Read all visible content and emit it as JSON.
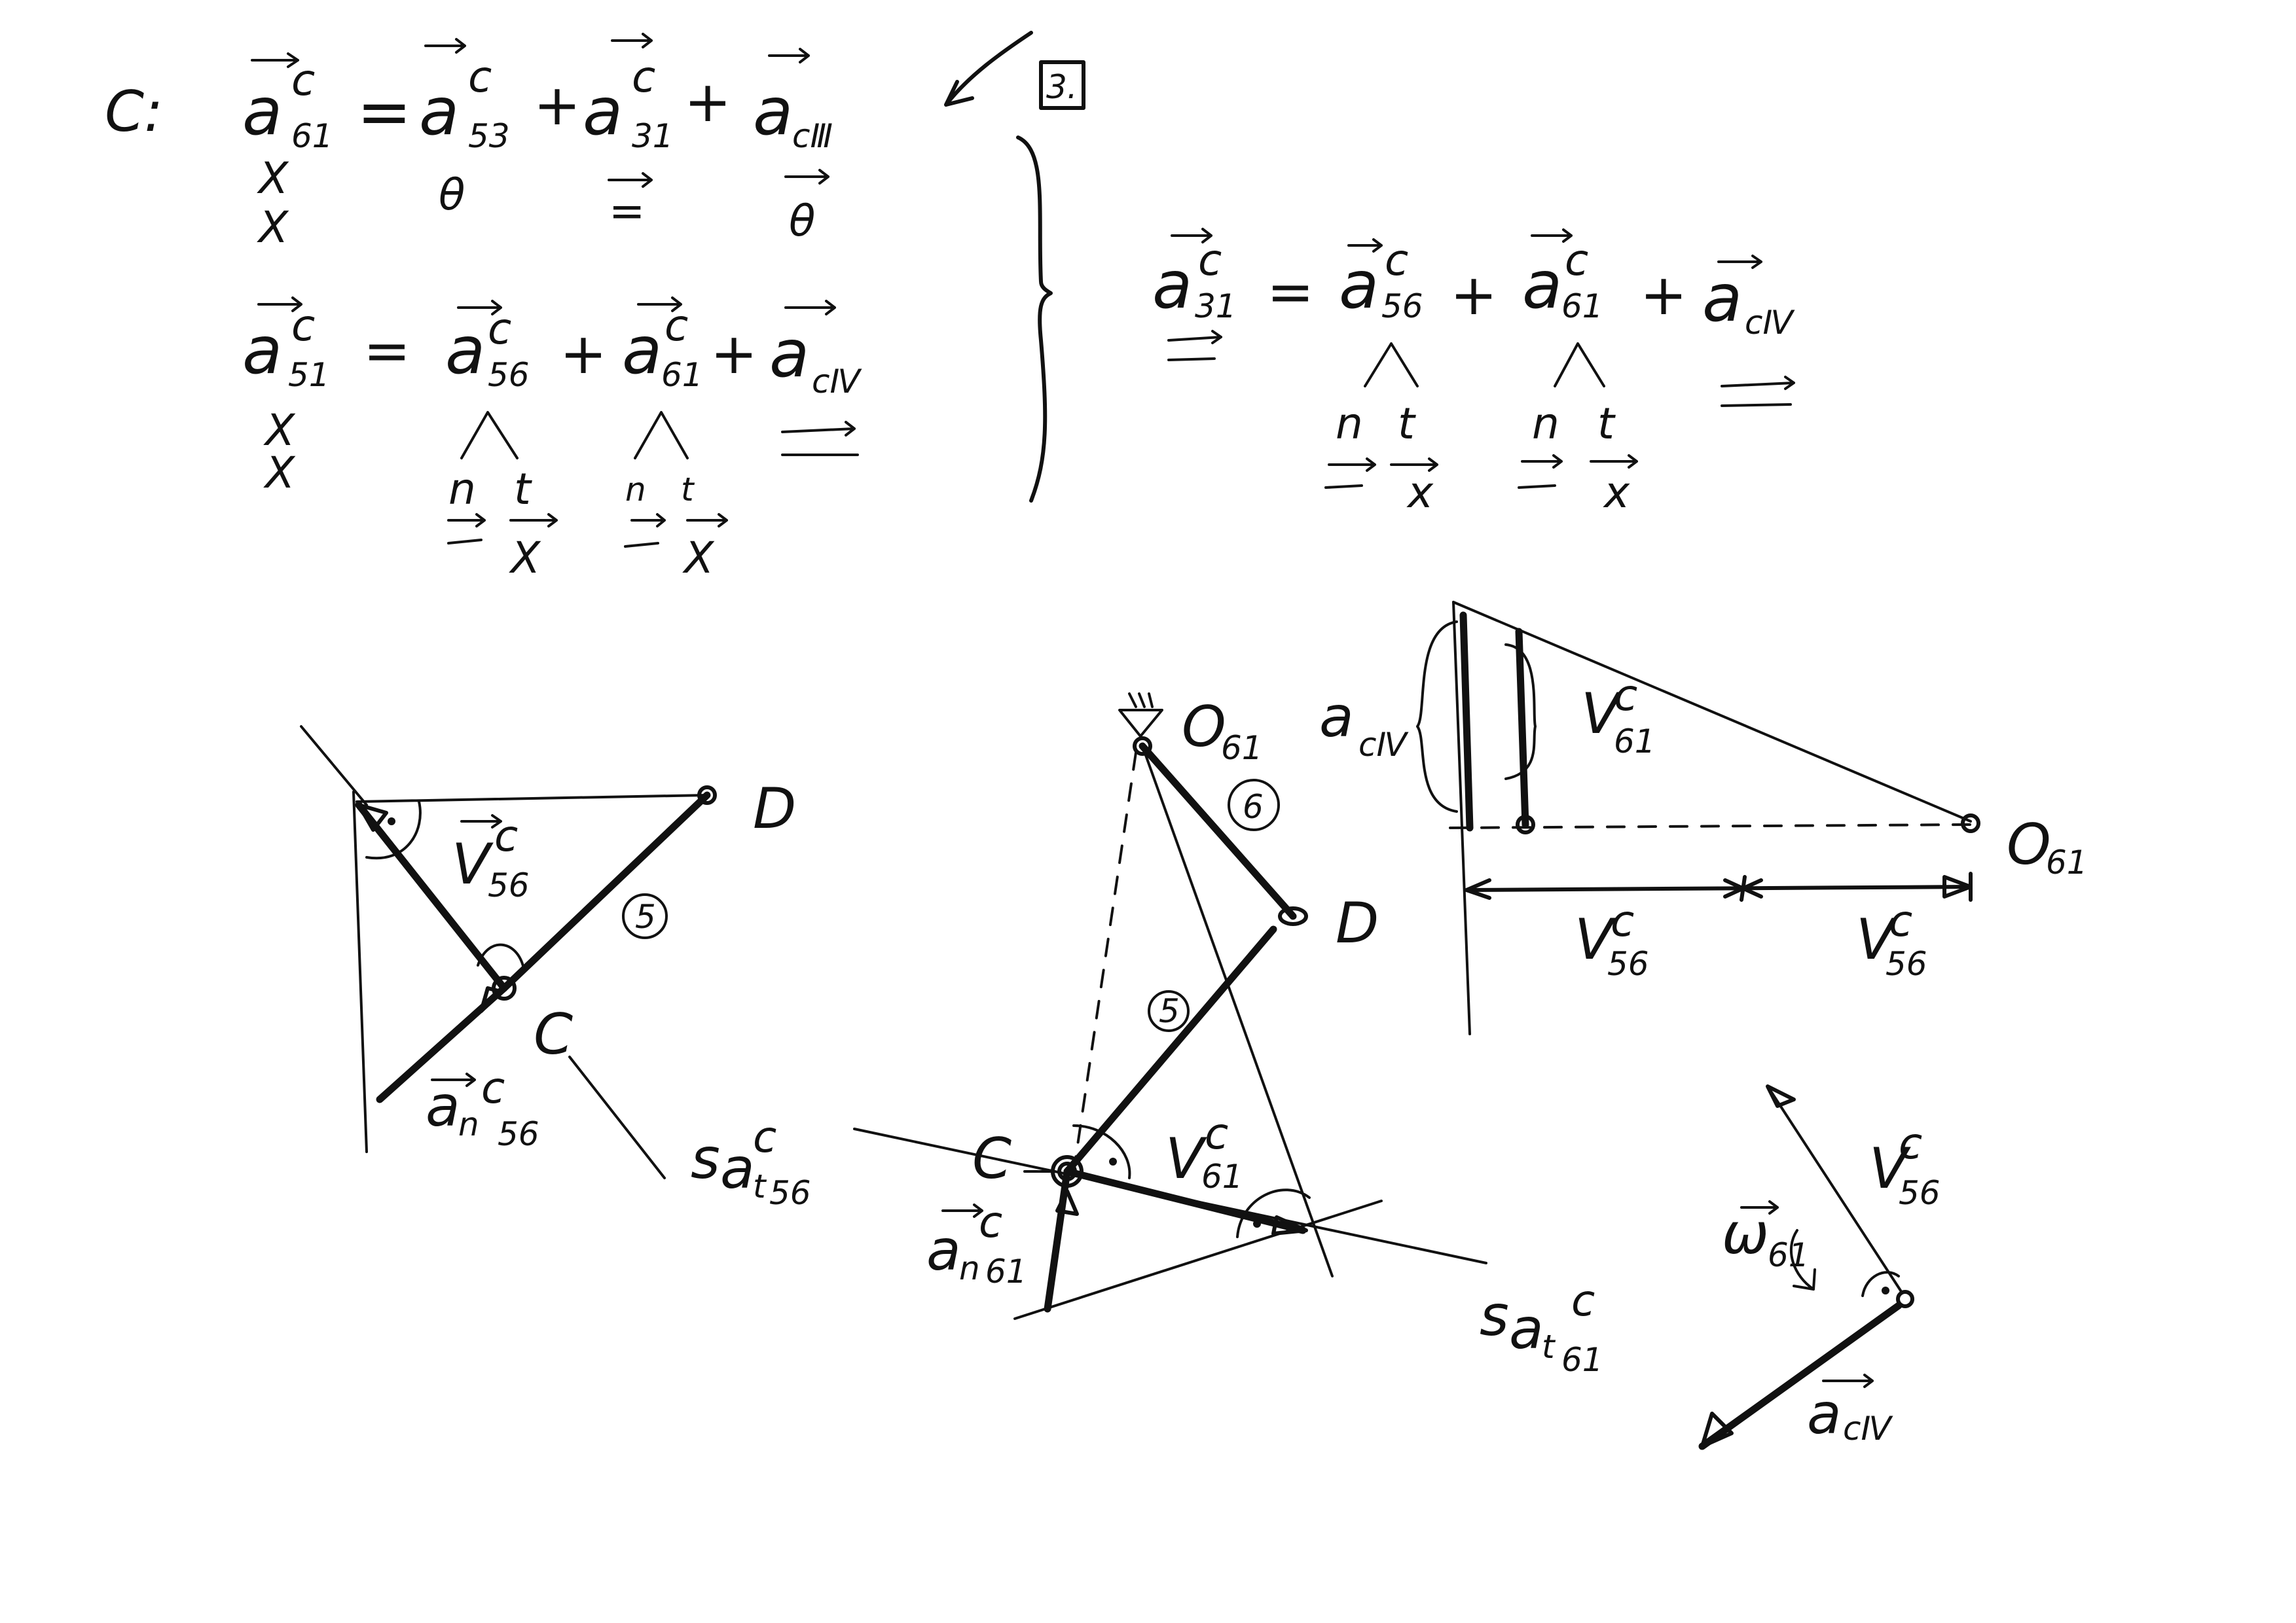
{
  "point_label": "C:",
  "box_number": "3.",
  "equations": {
    "eq1": {
      "lhs": {
        "sym": "a",
        "sup": "c",
        "sub": "61"
      },
      "eq": "=",
      "terms": [
        {
          "sym": "a",
          "sup": "c",
          "sub": "53",
          "op": ""
        },
        {
          "sym": "a",
          "sup": "c",
          "sub": "31",
          "op": "+"
        },
        {
          "sym": "a",
          "sup": "",
          "sub": "cⅢ",
          "op": "+"
        }
      ],
      "marks": [
        "X",
        "X",
        "θ",
        "=",
        "θ"
      ]
    },
    "eq2": {
      "lhs": {
        "sym": "a",
        "sup": "c",
        "sub": "51"
      },
      "eq": "=",
      "terms": [
        {
          "sym": "a",
          "sup": "c",
          "sub": "56",
          "op": ""
        },
        {
          "sym": "a",
          "sup": "c",
          "sub": "61",
          "op": "+"
        },
        {
          "sym": "a",
          "sup": "",
          "sub": "cⅣ",
          "op": "+"
        }
      ],
      "marks": [
        "X",
        "X"
      ],
      "split_labels": [
        "n",
        "t",
        "n",
        "t"
      ],
      "cross": "X"
    },
    "eq3": {
      "lhs": {
        "sym": "a",
        "sup": "c",
        "sub": "31"
      },
      "eq": "=",
      "terms": [
        {
          "sym": "a",
          "sup": "c",
          "sub": "56",
          "op": ""
        },
        {
          "sym": "a",
          "sup": "c",
          "sub": "61",
          "op": "+"
        },
        {
          "sym": "a",
          "sup": "",
          "sub": "cⅣ",
          "op": "+"
        }
      ],
      "split_labels": [
        "n",
        "t",
        "n",
        "t"
      ],
      "cross": "x"
    }
  },
  "sketch_left": {
    "label_D": "D",
    "label_C": "C",
    "link_number": "5",
    "v_label": {
      "sym": "V",
      "sup": "c",
      "sub": "56"
    },
    "an_label": {
      "sym": "a",
      "sub1": "n",
      "sup": "c",
      "sub": "56"
    },
    "s_label": {
      "pre": "s",
      "sym": "a",
      "sub1": "t",
      "sup": "c",
      "sub": "56"
    }
  },
  "sketch_middle": {
    "label_O": "O",
    "label_O_sub": "61",
    "label_D": "D",
    "label_C": "C",
    "link5": "5",
    "link6": "6",
    "v_label": {
      "sym": "V",
      "sup": "c",
      "sub": "61"
    },
    "an_label": {
      "sym": "a",
      "sub1": "n",
      "sup": "c",
      "sub": "61"
    },
    "s_label": {
      "pre": "s",
      "sym": "a",
      "sub1": "t",
      "sup": "c",
      "sub": "61"
    }
  },
  "sketch_top_right": {
    "ac_label": {
      "sym": "a",
      "sub": "cⅣ"
    },
    "v_label": {
      "sym": "V",
      "sup": "c",
      "sub": "61"
    },
    "label_O": "O",
    "label_O_sub": "61",
    "v1_label": {
      "sym": "V",
      "sup": "c",
      "sub": "56"
    },
    "v2_label": {
      "sym": "V",
      "sup": "c",
      "sub": "56"
    }
  },
  "sketch_bottom_right": {
    "v_label": {
      "sym": "V",
      "sup": "c",
      "sub": "56"
    },
    "w_label": {
      "sym": "ω",
      "sub": "61"
    },
    "ac_label": {
      "sym": "a",
      "sub": "cⅣ"
    }
  }
}
